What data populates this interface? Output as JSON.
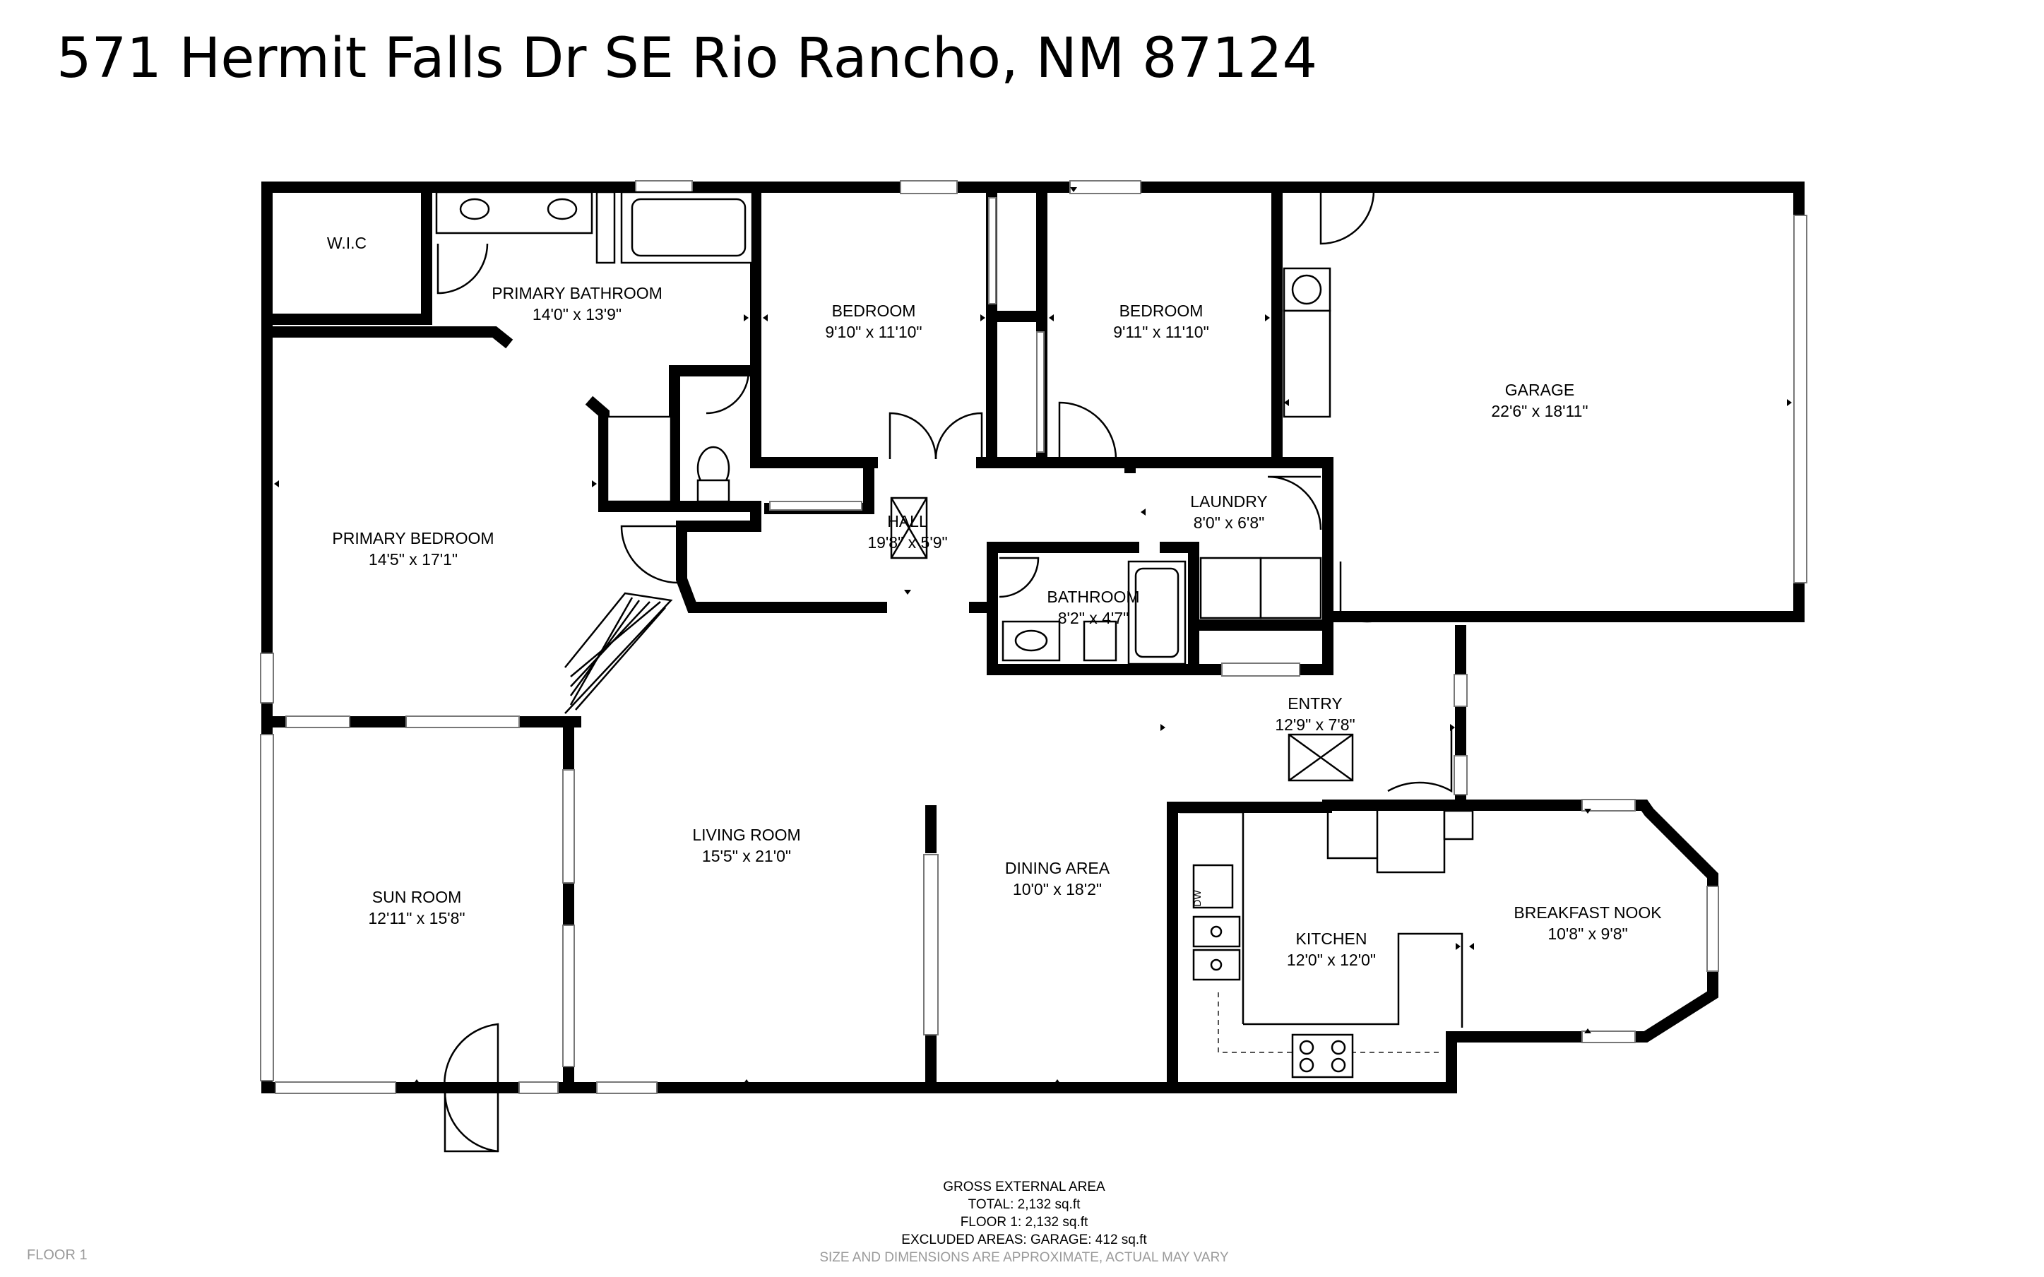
{
  "title": "571 Hermit Falls Dr SE Rio Rancho, NM 87124",
  "rooms": {
    "wic": {
      "name": "W.I.C"
    },
    "primary_bathroom": {
      "name": "PRIMARY BATHROOM",
      "dims": "14'0\" x 13'9\""
    },
    "bedroom_1": {
      "name": "BEDROOM",
      "dims": "9'10\" x 11'10\""
    },
    "bedroom_2": {
      "name": "BEDROOM",
      "dims": "9'11\" x 11'10\""
    },
    "garage": {
      "name": "GARAGE",
      "dims": "22'6\" x 18'11\""
    },
    "primary_bedroom": {
      "name": "PRIMARY BEDROOM",
      "dims": "14'5\" x 17'1\""
    },
    "hall": {
      "name": "HALL",
      "dims": "19'8\" x 5'9\""
    },
    "laundry": {
      "name": "LAUNDRY",
      "dims": "8'0\" x 6'8\""
    },
    "bathroom": {
      "name": "BATHROOM",
      "dims": "8'2\" x 4'7\""
    },
    "entry": {
      "name": "ENTRY",
      "dims": "12'9\" x 7'8\""
    },
    "living_room": {
      "name": "LIVING ROOM",
      "dims": "15'5\" x 21'0\""
    },
    "dining_area": {
      "name": "DINING AREA",
      "dims": "10'0\" x 18'2\""
    },
    "sun_room": {
      "name": "SUN ROOM",
      "dims": "12'11\" x 15'8\""
    },
    "kitchen": {
      "name": "KITCHEN",
      "dims": "12'0\" x 12'0\""
    },
    "breakfast_nook": {
      "name": "BREAKFAST NOOK",
      "dims": "10'8\" x 9'8\""
    }
  },
  "fixtures": {
    "dishwasher": "DW"
  },
  "area": {
    "heading": "GROSS EXTERNAL AREA",
    "total": "TOTAL: 2,132 sq.ft",
    "floor1": "FLOOR 1: 2,132 sq.ft",
    "excluded": "EXCLUDED AREAS: GARAGE: 412 sq.ft",
    "note": "SIZE AND DIMENSIONS ARE APPROXIMATE, ACTUAL MAY VARY"
  },
  "floor_label": "FLOOR 1"
}
